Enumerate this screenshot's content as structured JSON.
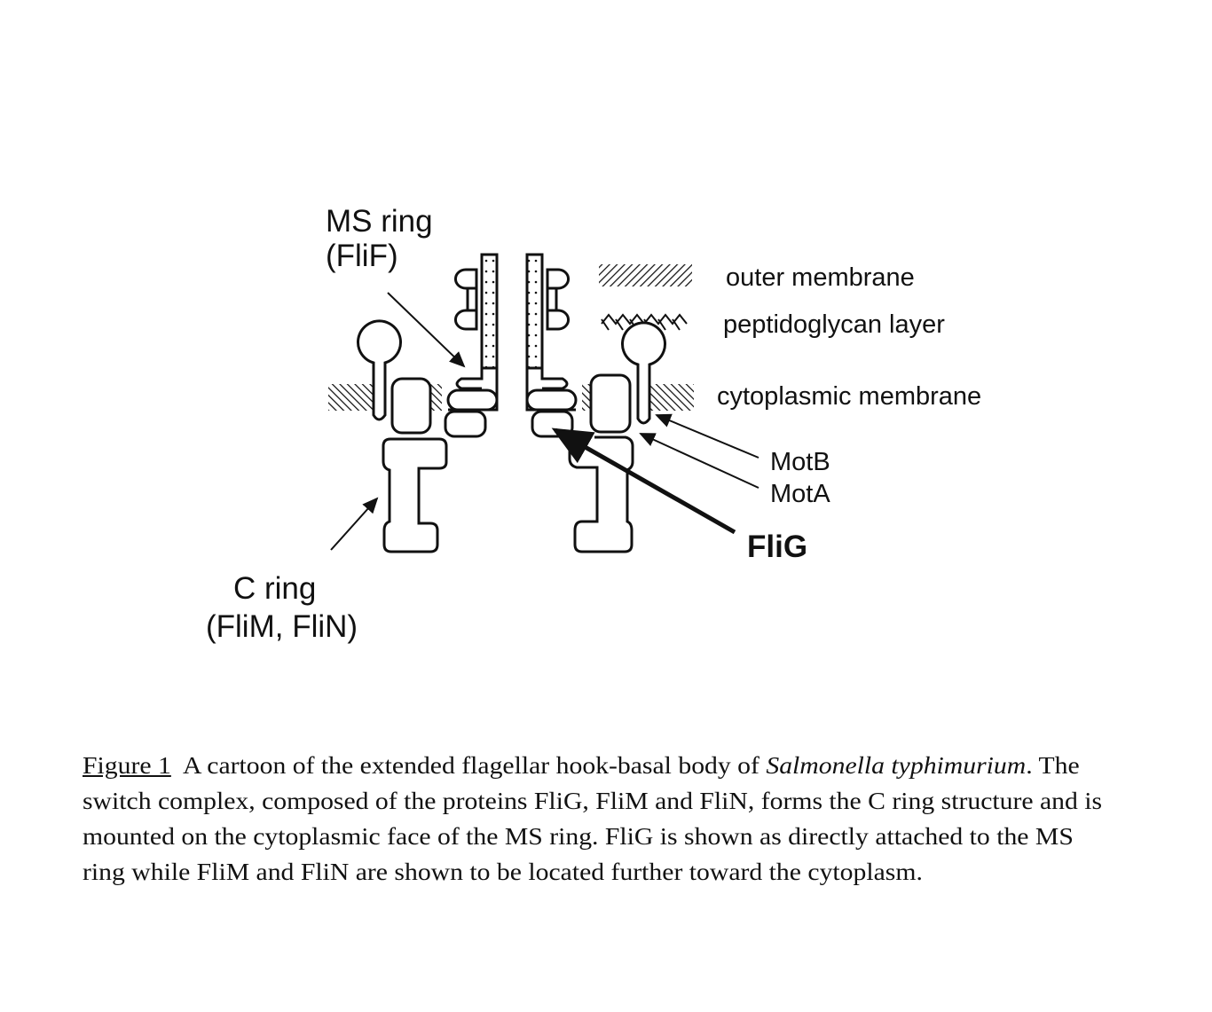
{
  "figure": {
    "labels": {
      "ms_ring": "MS ring",
      "ms_ring_protein": "(FliF)",
      "outer_membrane": "outer membrane",
      "peptidoglycan": "peptidoglycan layer",
      "cytoplasmic_membrane": "cytoplasmic membrane",
      "motb": "MotB",
      "mota": "MotA",
      "flig": "FliG",
      "c_ring": "C ring",
      "c_ring_proteins": "(FliM, FliN)"
    }
  },
  "caption": {
    "figure_label": "Figure 1",
    "line1_text": "A cartoon of the extended flagellar hook-basal body of ",
    "organism": "Salmonella typhimurium",
    "line1_end": ".  The",
    "line2": "switch complex, composed of the proteins FliG, FliM and FliN, forms the C ring structure and is",
    "line3": "mounted on the cytoplasmic face of the MS ring.  FliG is shown as directly attached to the MS",
    "line4": "ring while FliM and FliN are shown to be located further toward the cytoplasm."
  }
}
